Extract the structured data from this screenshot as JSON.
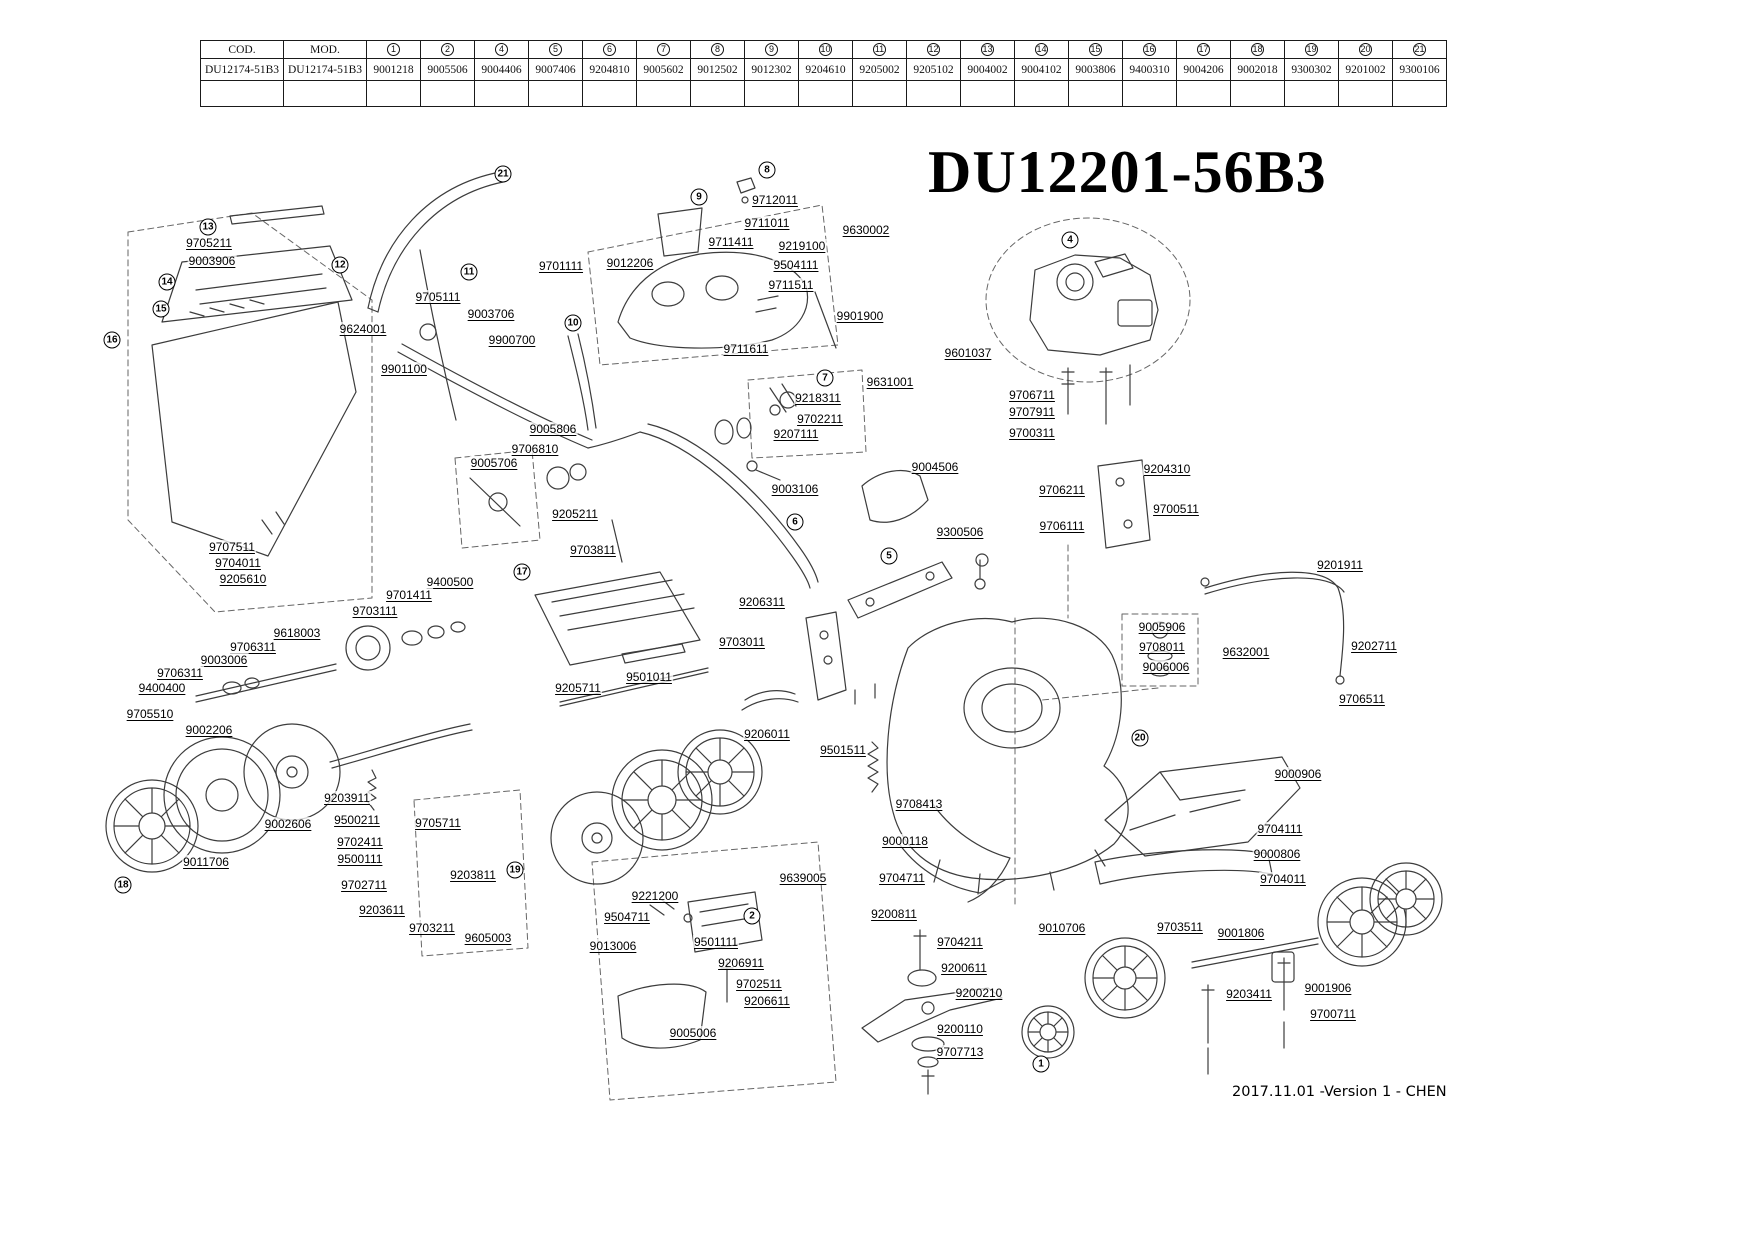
{
  "title": "DU12201-56B3",
  "footer": "2017.11.01 -Version 1 - CHEN",
  "table": {
    "headers": [
      "COD.",
      "MOD.",
      "1",
      "2",
      "4",
      "5",
      "6",
      "7",
      "8",
      "9",
      "10",
      "11",
      "12",
      "13",
      "14",
      "15",
      "16",
      "17",
      "18",
      "19",
      "20",
      "21"
    ],
    "rows": [
      [
        "DU12174-51B3",
        "DU12174-51B3",
        "9001218",
        "9005506",
        "9004406",
        "9007406",
        "9204810",
        "9005602",
        "9012502",
        "9012302",
        "9204610",
        "9205002",
        "9205102",
        "9004002",
        "9004102",
        "9003806",
        "9400310",
        "9004206",
        "9002018",
        "9300302",
        "9201002",
        "9300106"
      ],
      [
        "",
        "",
        "",
        "",
        "",
        "",
        "",
        "",
        "",
        "",
        "",
        "",
        "",
        "",
        "",
        "",
        "",
        "",
        "",
        "",
        "",
        ""
      ]
    ]
  },
  "labels": [
    [
      "9705211",
      209,
      243
    ],
    [
      "9003906",
      212,
      261
    ],
    [
      "9624001",
      363,
      329
    ],
    [
      "9901100",
      404,
      369
    ],
    [
      "9707511",
      232,
      547
    ],
    [
      "9704011",
      238,
      563
    ],
    [
      "9205610",
      243,
      579
    ],
    [
      "9701111",
      561,
      266
    ],
    [
      "9705111",
      438,
      297
    ],
    [
      "9003706",
      491,
      314
    ],
    [
      "9900700",
      512,
      340
    ],
    [
      "9012206",
      630,
      263
    ],
    [
      "9712011",
      775,
      200
    ],
    [
      "9711011",
      767,
      223
    ],
    [
      "9711411",
      731,
      242
    ],
    [
      "9219100",
      802,
      246
    ],
    [
      "9504111",
      796,
      265
    ],
    [
      "9711511",
      791,
      285
    ],
    [
      "9630002",
      866,
      230
    ],
    [
      "9901900",
      860,
      316
    ],
    [
      "9711611",
      746,
      349
    ],
    [
      "9601037",
      968,
      353
    ],
    [
      "9706711",
      1032,
      395
    ],
    [
      "9707911",
      1032,
      412
    ],
    [
      "9700311",
      1032,
      433
    ],
    [
      "9631001",
      890,
      382
    ],
    [
      "9218311",
      818,
      398
    ],
    [
      "9702211",
      820,
      419
    ],
    [
      "9207111",
      796,
      434
    ],
    [
      "9005806",
      553,
      429
    ],
    [
      "9706810",
      535,
      449
    ],
    [
      "9005706",
      494,
      463
    ],
    [
      "9003106",
      795,
      489
    ],
    [
      "9205211",
      575,
      514
    ],
    [
      "9703811",
      593,
      550
    ],
    [
      "9004506",
      935,
      467
    ],
    [
      "9204310",
      1167,
      469
    ],
    [
      "9706211",
      1062,
      490
    ],
    [
      "9700511",
      1176,
      509
    ],
    [
      "9706111",
      1062,
      526
    ],
    [
      "9300506",
      960,
      532
    ],
    [
      "9201911",
      1340,
      565
    ],
    [
      "9400500",
      450,
      582
    ],
    [
      "9701411",
      409,
      595
    ],
    [
      "9703111",
      375,
      611
    ],
    [
      "9618003",
      297,
      633
    ],
    [
      "9706311",
      253,
      647
    ],
    [
      "9003006",
      224,
      660
    ],
    [
      "9706311",
      180,
      673
    ],
    [
      "9400400",
      162,
      688
    ],
    [
      "9705510",
      150,
      714
    ],
    [
      "9002206",
      209,
      730
    ],
    [
      "9203911",
      347,
      798
    ],
    [
      "9002606",
      288,
      824
    ],
    [
      "9500211",
      357,
      820
    ],
    [
      "9705711",
      438,
      823
    ],
    [
      "9702411",
      360,
      842
    ],
    [
      "9500111",
      360,
      859
    ],
    [
      "9011706",
      206,
      862
    ],
    [
      "9203811",
      473,
      875
    ],
    [
      "9702711",
      364,
      885
    ],
    [
      "9203611",
      382,
      910
    ],
    [
      "9703211",
      432,
      928
    ],
    [
      "9605003",
      488,
      938
    ],
    [
      "9501011",
      649,
      677
    ],
    [
      "9205711",
      578,
      688
    ],
    [
      "9206311",
      762,
      602
    ],
    [
      "9703011",
      742,
      642
    ],
    [
      "9206011",
      767,
      734
    ],
    [
      "9501511",
      843,
      750
    ],
    [
      "9708413",
      919,
      804
    ],
    [
      "9000118",
      905,
      841
    ],
    [
      "9704711",
      902,
      878
    ],
    [
      "9200811",
      894,
      914
    ],
    [
      "9704211",
      960,
      942
    ],
    [
      "9200611",
      964,
      968
    ],
    [
      "9200210",
      979,
      993
    ],
    [
      "9200110",
      960,
      1029
    ],
    [
      "9707713",
      960,
      1052
    ],
    [
      "9010706",
      1062,
      928
    ],
    [
      "9221200",
      655,
      896
    ],
    [
      "9504711",
      627,
      917
    ],
    [
      "9013006",
      613,
      946
    ],
    [
      "9501111",
      716,
      942
    ],
    [
      "9206911",
      741,
      963
    ],
    [
      "9702511",
      759,
      984
    ],
    [
      "9206611",
      767,
      1001
    ],
    [
      "9639005",
      803,
      878
    ],
    [
      "9005006",
      693,
      1033
    ],
    [
      "9005906",
      1162,
      627
    ],
    [
      "9708011",
      1162,
      647
    ],
    [
      "9006006",
      1166,
      667
    ],
    [
      "9632001",
      1246,
      652
    ],
    [
      "9202711",
      1374,
      646
    ],
    [
      "9706511",
      1362,
      699
    ],
    [
      "9000906",
      1298,
      774
    ],
    [
      "9704111",
      1280,
      829
    ],
    [
      "9000806",
      1277,
      854
    ],
    [
      "9704011",
      1283,
      879
    ],
    [
      "9703511",
      1180,
      927
    ],
    [
      "9001806",
      1241,
      933
    ],
    [
      "9203411",
      1249,
      994
    ],
    [
      "9001906",
      1328,
      988
    ],
    [
      "9700711",
      1333,
      1014
    ]
  ],
  "callouts": [
    [
      "21",
      503,
      174
    ],
    [
      "13",
      208,
      227
    ],
    [
      "14",
      167,
      282
    ],
    [
      "15",
      161,
      309
    ],
    [
      "16",
      112,
      340
    ],
    [
      "12",
      340,
      265
    ],
    [
      "11",
      469,
      272
    ],
    [
      "10",
      573,
      323
    ],
    [
      "9",
      699,
      197
    ],
    [
      "8",
      767,
      170
    ],
    [
      "4",
      1070,
      240
    ],
    [
      "7",
      825,
      378
    ],
    [
      "6",
      795,
      522
    ],
    [
      "5",
      889,
      556
    ],
    [
      "17",
      522,
      572
    ],
    [
      "18",
      123,
      885
    ],
    [
      "19",
      515,
      870
    ],
    [
      "2",
      752,
      916
    ],
    [
      "1",
      1041,
      1064
    ],
    [
      "20",
      1140,
      738
    ]
  ]
}
